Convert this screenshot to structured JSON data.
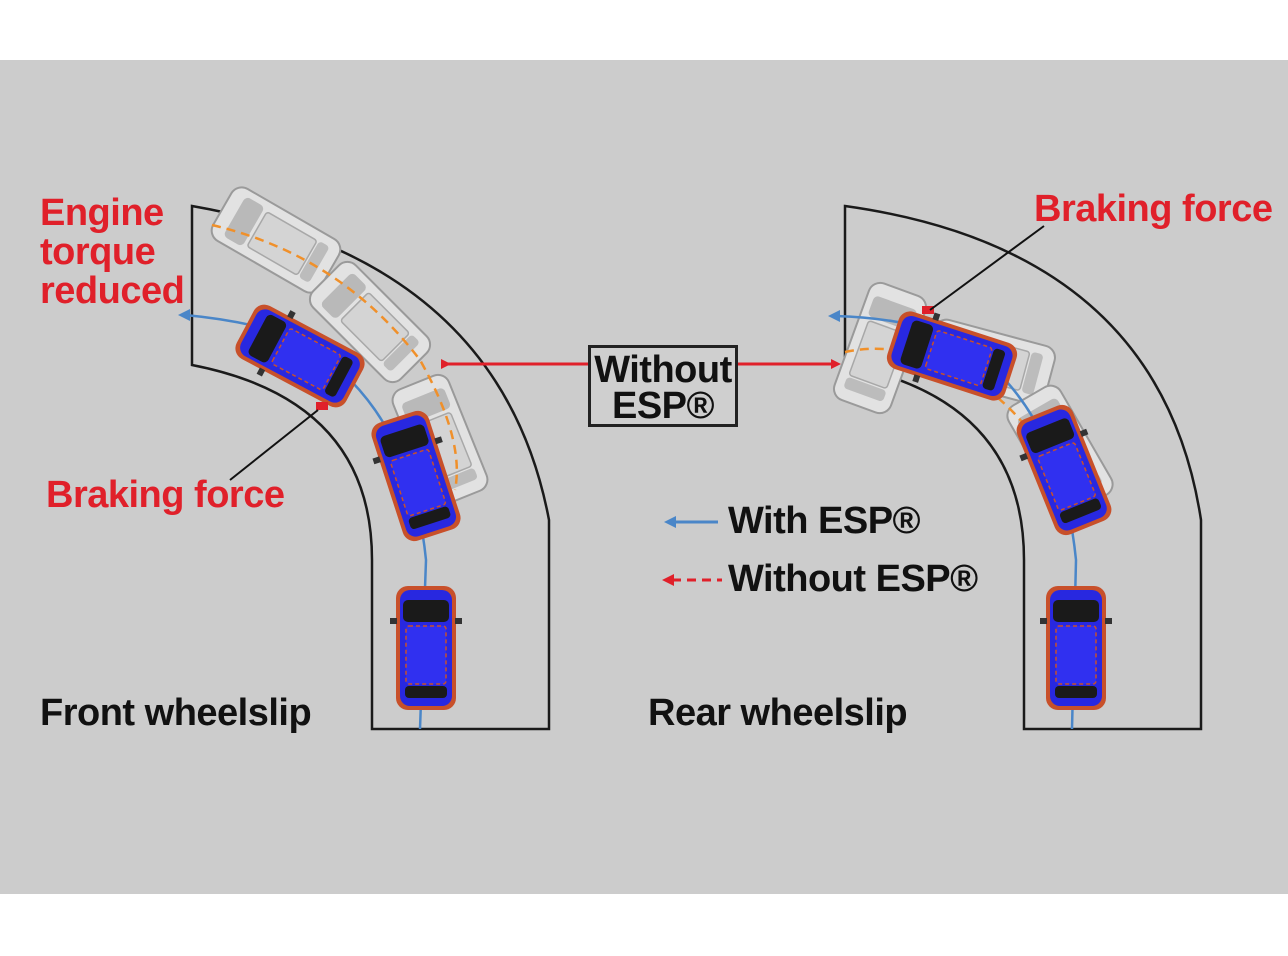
{
  "colors": {
    "background": "#cccccc",
    "frame": "#ffffff",
    "with_esp": "#4a86c8",
    "without_esp": "#e0202a",
    "trajectory_dashed": "#f0902a",
    "car_body": "#2828e0",
    "car_outline": "#c8502a",
    "ghost_car": "#d8d8d8"
  },
  "labels": {
    "engine_line1": "Engine",
    "engine_line2": "torque",
    "engine_line3": "reduced",
    "braking_left": "Braking force",
    "braking_right": "Braking force",
    "front_title": "Front wheelslip",
    "rear_title": "Rear wheelslip",
    "without_line1": "Without",
    "without_line2": "ESP®"
  },
  "legend": {
    "with_label": "With ESP®",
    "without_label": "Without ESP®"
  },
  "icons": {
    "car": "top-view-car-icon",
    "arrow": "arrow-icon"
  }
}
